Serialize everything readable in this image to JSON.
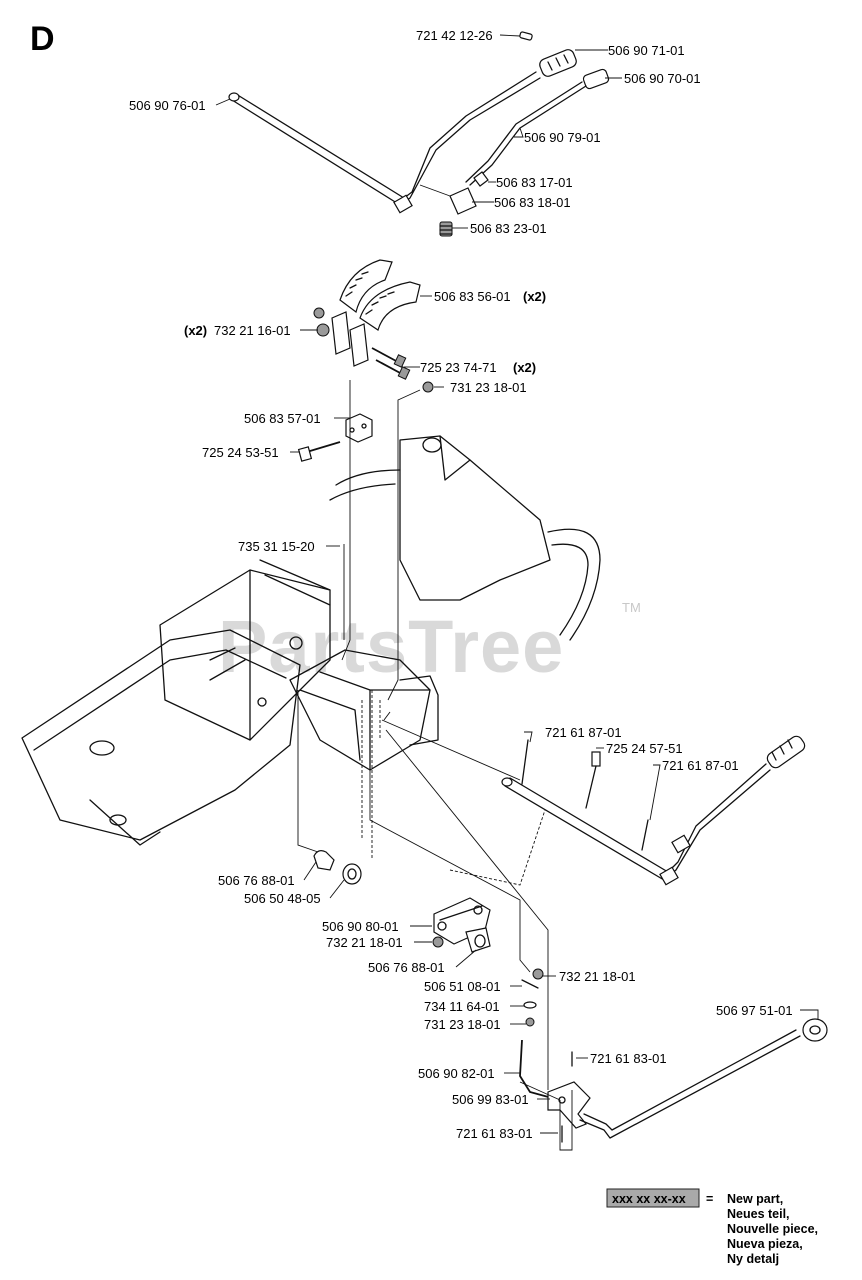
{
  "section_letter": "D",
  "watermark": {
    "text": "PartsTree",
    "tm": "TM"
  },
  "parts": [
    {
      "id": "p1",
      "number": "721 42 12-26"
    },
    {
      "id": "p2",
      "number": "506 90 71-01"
    },
    {
      "id": "p3",
      "number": "506 90 70-01"
    },
    {
      "id": "p4",
      "number": "506 90 76-01"
    },
    {
      "id": "p5",
      "number": "506 90 79-01"
    },
    {
      "id": "p6",
      "number": "506 83 17-01"
    },
    {
      "id": "p7",
      "number": "506 83 18-01"
    },
    {
      "id": "p8",
      "number": "506 83 23-01"
    },
    {
      "id": "p9",
      "number": "506 83 56-01",
      "qty": "(x2)"
    },
    {
      "id": "p10",
      "number": "732 21 16-01",
      "qty": "(x2)"
    },
    {
      "id": "p11",
      "number": "725 23 74-71",
      "qty": "(x2)"
    },
    {
      "id": "p12",
      "number": "731 23 18-01"
    },
    {
      "id": "p13",
      "number": "506 83 57-01"
    },
    {
      "id": "p14",
      "number": "725 24 53-51"
    },
    {
      "id": "p15",
      "number": "735 31 15-20"
    },
    {
      "id": "p16",
      "number": "721 61 87-01"
    },
    {
      "id": "p17",
      "number": "725 24 57-51"
    },
    {
      "id": "p18",
      "number": "721 61 87-01"
    },
    {
      "id": "p19",
      "number": "506 76 88-01"
    },
    {
      "id": "p20",
      "number": "506 50 48-05"
    },
    {
      "id": "p21",
      "number": "506 90 80-01"
    },
    {
      "id": "p22",
      "number": "732 21 18-01"
    },
    {
      "id": "p23",
      "number": "506 76 88-01"
    },
    {
      "id": "p24",
      "number": "732 21 18-01"
    },
    {
      "id": "p25",
      "number": "506 51 08-01"
    },
    {
      "id": "p26",
      "number": "734 11 64-01"
    },
    {
      "id": "p27",
      "number": "731 23 18-01"
    },
    {
      "id": "p28",
      "number": "506 97 51-01"
    },
    {
      "id": "p29",
      "number": "721 61 83-01"
    },
    {
      "id": "p30",
      "number": "506 90 82-01"
    },
    {
      "id": "p31",
      "number": "506 99 83-01"
    },
    {
      "id": "p32",
      "number": "721 61 83-01"
    }
  ],
  "legend": {
    "code": "xxx xx xx-xx",
    "equals": "=",
    "lines": [
      "New part,",
      "Neues teil,",
      "Nouvelle piece,",
      "Nueva pieza,",
      "Ny detalj"
    ]
  }
}
